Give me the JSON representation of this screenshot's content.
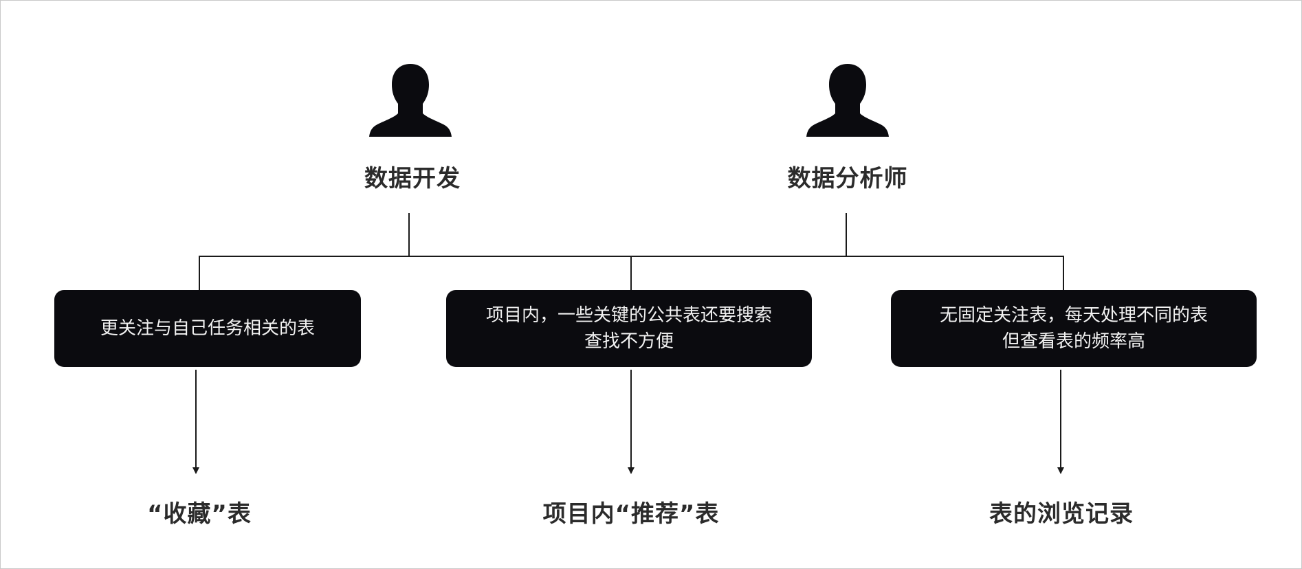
{
  "roles": [
    {
      "label": "数据开发",
      "icon": "person-icon"
    },
    {
      "label": "数据分析师",
      "icon": "person-icon"
    }
  ],
  "needs": [
    {
      "lines": [
        "更关注与自己任务相关的表"
      ]
    },
    {
      "lines": [
        "项目内，一些关键的公共表还要搜索",
        "查找不方便"
      ]
    },
    {
      "lines": [
        "无固定关注表，每天处理不同的表",
        "但查看表的频率高"
      ]
    }
  ],
  "outcomes": [
    {
      "label": "“收藏”表"
    },
    {
      "label": "项目内“推荐”表"
    },
    {
      "label": "表的浏览记录"
    }
  ],
  "colors": {
    "box_fill": "#0b0b0f",
    "box_text": "#f2f2f2",
    "line": "#1a1a1a",
    "label_text": "#2b2b2b"
  }
}
